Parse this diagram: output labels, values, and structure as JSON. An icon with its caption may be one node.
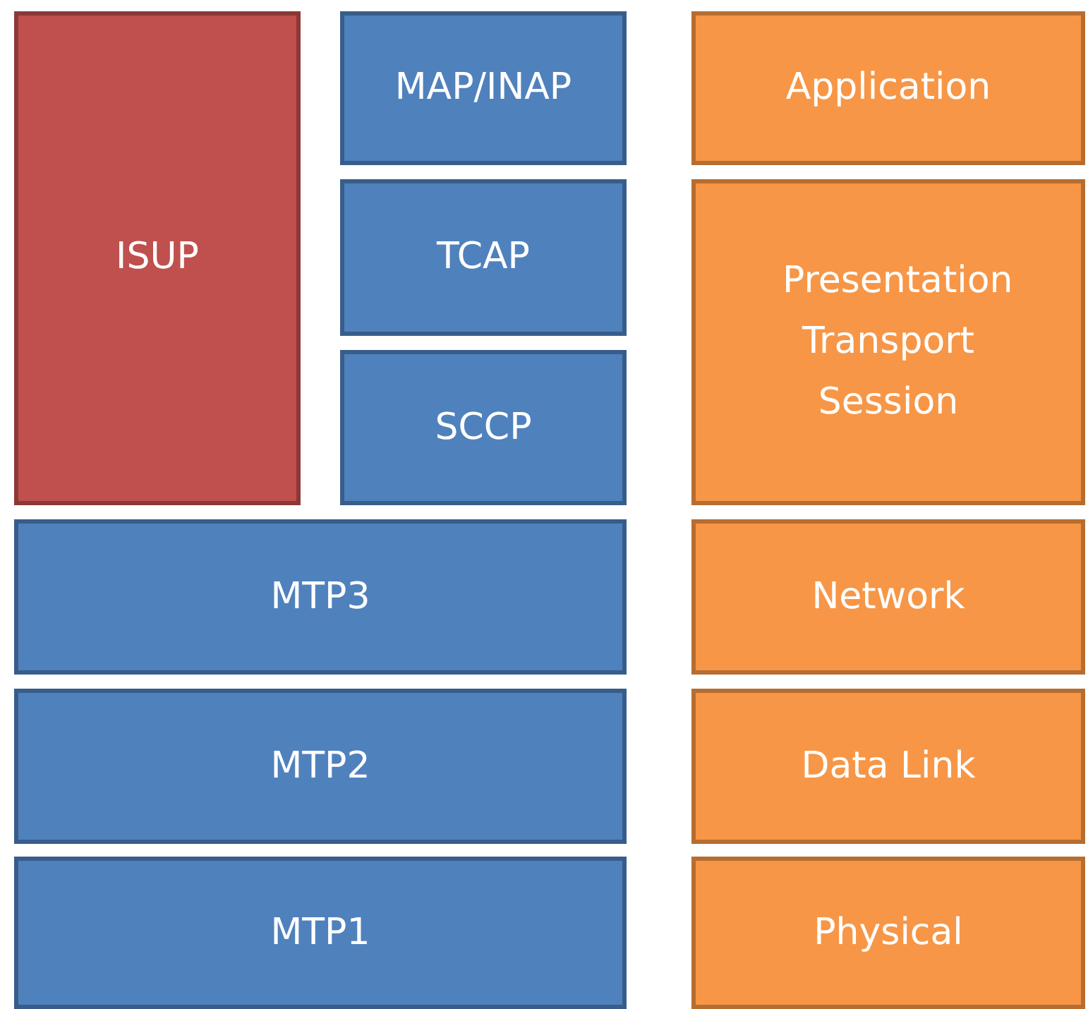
{
  "diagram": {
    "nodes": [
      {
        "text": [
          "ISUP"
        ]
      },
      {
        "text": [
          "MAP/INAP"
        ]
      },
      {
        "text": [
          "Application"
        ]
      },
      {
        "text": [
          "TCAP"
        ]
      },
      {
        "text": [
          "Presentation Transport Session"
        ]
      },
      {
        "text": [
          "SCCP"
        ]
      },
      {
        "text": [
          "MTP3"
        ]
      },
      {
        "text": [
          "Network"
        ]
      },
      {
        "text": [
          "MTP2"
        ]
      },
      {
        "text": [
          "Data Link"
        ]
      },
      {
        "text": [
          "MTP1"
        ]
      },
      {
        "text": [
          "Physical"
        ]
      }
    ]
  }
}
